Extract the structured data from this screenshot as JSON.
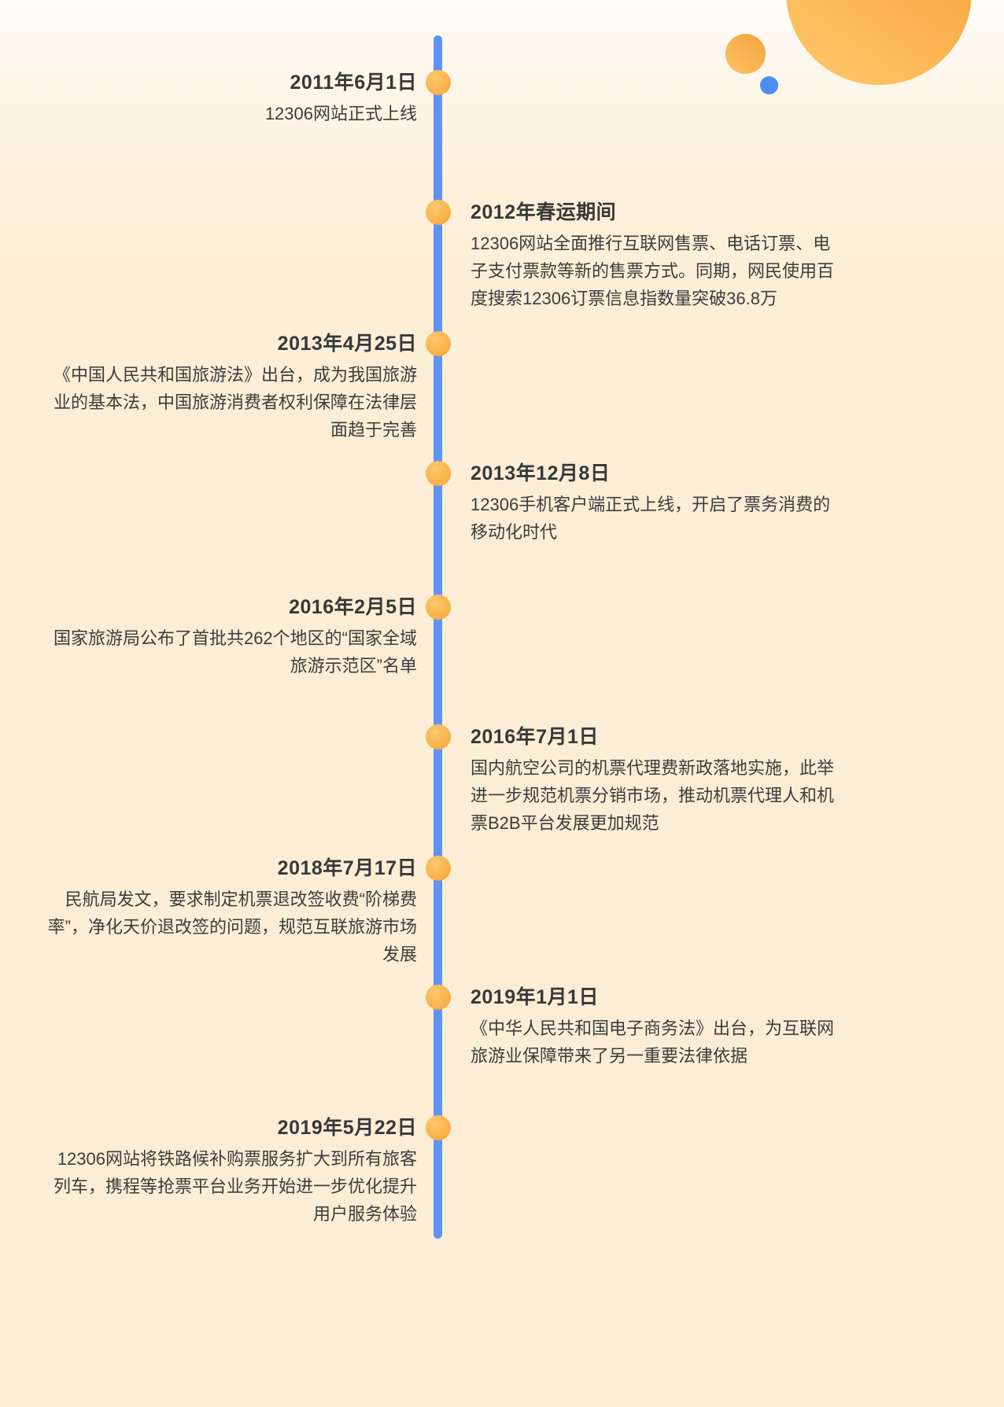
{
  "page": {
    "background_top": "#fefdfa",
    "background_bottom": "#fceed6"
  },
  "decor": {
    "large_circle_color": "#fbb04a",
    "medium_circle_color": "#f9ad47",
    "small_circle_color": "#4d8df5"
  },
  "timeline": {
    "line_color": "#5f93f7",
    "dot_color": "#f8b04d",
    "events": [
      {
        "side": "left",
        "date": "2011年6月1日",
        "description": "12306网站正式上线"
      },
      {
        "side": "right",
        "date": "2012年春运期间",
        "description": "12306网站全面推行互联网售票、电话订票、电子支付票款等新的售票方式。同期，网民使用百度搜索12306订票信息指数量突破36.8万"
      },
      {
        "side": "left",
        "date": "2013年4月25日",
        "description": "《中国人民共和国旅游法》出台，成为我国旅游业的基本法，中国旅游消费者权利保障在法律层面趋于完善"
      },
      {
        "side": "right",
        "date": "2013年12月8日",
        "description": "12306手机客户端正式上线，开启了票务消费的移动化时代"
      },
      {
        "side": "left",
        "date": "2016年2月5日",
        "description": "国家旅游局公布了首批共262个地区的“国家全域旅游示范区”名单"
      },
      {
        "side": "right",
        "date": "2016年7月1日",
        "description": "国内航空公司的机票代理费新政落地实施，此举进一步规范机票分销市场，推动机票代理人和机票B2B平台发展更加规范"
      },
      {
        "side": "left",
        "date": "2018年7月17日",
        "description": "民航局发文，要求制定机票退改签收费“阶梯费率”，净化天价退改签的问题，规范互联旅游市场发展"
      },
      {
        "side": "right",
        "date": "2019年1月1日",
        "description": "《中华人民共和国电子商务法》出台，为互联网旅游业保障带来了另一重要法律依据"
      },
      {
        "side": "left",
        "date": "2019年5月22日",
        "description": "12306网站将铁路候补购票服务扩大到所有旅客列车，携程等抢票平台业务开始进一步优化提升用户服务体验"
      }
    ]
  }
}
